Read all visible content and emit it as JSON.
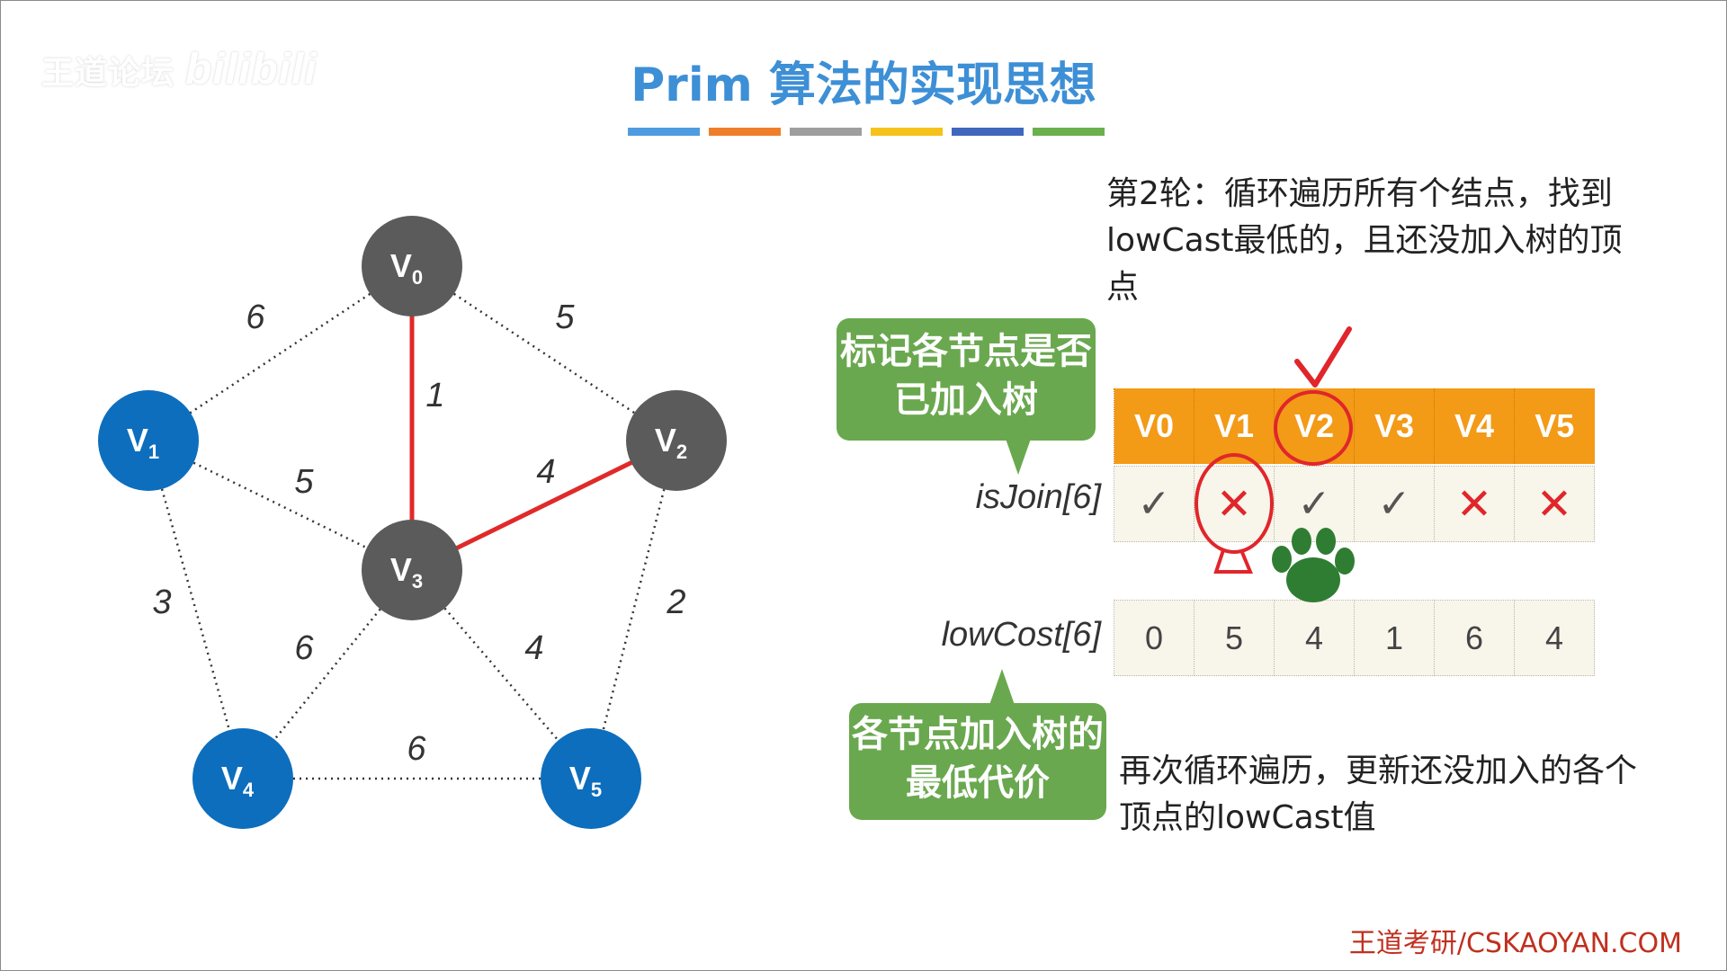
{
  "watermark": {
    "text": "王道论坛",
    "brand": "bilibili"
  },
  "title": "Prim 算法的实现思想",
  "title_bar_colors": [
    "#4f9be0",
    "#ee7e2a",
    "#9e9e9e",
    "#f4c21b",
    "#3f67bd",
    "#6ab04c"
  ],
  "note_top": "第2轮：循环遍历所有个结点，找到lowCast最低的，且还没加入树的顶点",
  "callout_join": "标记各节点是否已加入树",
  "callout_cost": "各节点加入树的最低代价",
  "note_bottom": "再次循环遍历，更新还没加入的各个顶点的lowCast值",
  "isJoin_label": "isJoin[6]",
  "lowCost_label": "lowCost[6]",
  "headers": [
    "V0",
    "V1",
    "V2",
    "V3",
    "V4",
    "V5"
  ],
  "isJoin": [
    "✓",
    "✕",
    "✓",
    "✓",
    "✕",
    "✕"
  ],
  "lowCost": [
    "0",
    "5",
    "4",
    "1",
    "6",
    "4"
  ],
  "colors": {
    "node_in_tree": "#5b5b5b",
    "node_not_in_tree": "#0d6ebd",
    "tree_edge": "#e02a2a",
    "header": "#f39a17",
    "callout": "#6aa84f",
    "annotation_red": "#e0262b",
    "paw": "#2f7d32"
  },
  "graph": {
    "nodes": [
      {
        "id": "V0",
        "base": "V",
        "sub": "0",
        "in_tree": true
      },
      {
        "id": "V1",
        "base": "V",
        "sub": "1",
        "in_tree": false
      },
      {
        "id": "V2",
        "base": "V",
        "sub": "2",
        "in_tree": true
      },
      {
        "id": "V3",
        "base": "V",
        "sub": "3",
        "in_tree": true
      },
      {
        "id": "V4",
        "base": "V",
        "sub": "4",
        "in_tree": false
      },
      {
        "id": "V5",
        "base": "V",
        "sub": "5",
        "in_tree": false
      }
    ],
    "edges": [
      {
        "from": "V0",
        "to": "V1",
        "weight": "6",
        "in_tree": false
      },
      {
        "from": "V0",
        "to": "V2",
        "weight": "5",
        "in_tree": false
      },
      {
        "from": "V0",
        "to": "V3",
        "weight": "1",
        "in_tree": true
      },
      {
        "from": "V1",
        "to": "V3",
        "weight": "5",
        "in_tree": false
      },
      {
        "from": "V2",
        "to": "V3",
        "weight": "4",
        "in_tree": true
      },
      {
        "from": "V1",
        "to": "V4",
        "weight": "3",
        "in_tree": false
      },
      {
        "from": "V2",
        "to": "V5",
        "weight": "2",
        "in_tree": false
      },
      {
        "from": "V3",
        "to": "V4",
        "weight": "6",
        "in_tree": false
      },
      {
        "from": "V3",
        "to": "V5",
        "weight": "4",
        "in_tree": false
      },
      {
        "from": "V4",
        "to": "V5",
        "weight": "6",
        "in_tree": false
      }
    ]
  },
  "footer": "王道考研/CSKAOYAN.COM"
}
